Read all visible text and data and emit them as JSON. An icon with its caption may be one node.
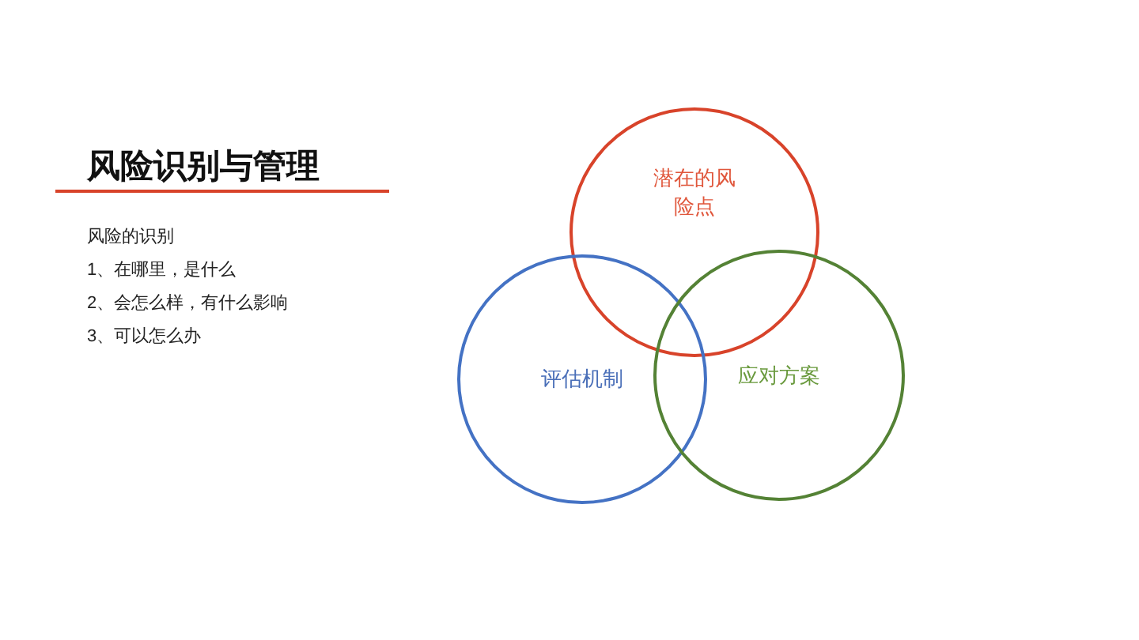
{
  "diagram": {
    "title": "风险识别与管理",
    "nodes": [
      {
        "text": [
          "潜在的风险点"
        ]
      },
      {
        "text": [
          "评估机制"
        ]
      },
      {
        "text": [
          "应对方案"
        ]
      }
    ],
    "labels": [
      "风险的识别",
      "1、在哪里，是什么",
      "2、会怎么样，有什么影响",
      "3、可以怎么办"
    ]
  }
}
